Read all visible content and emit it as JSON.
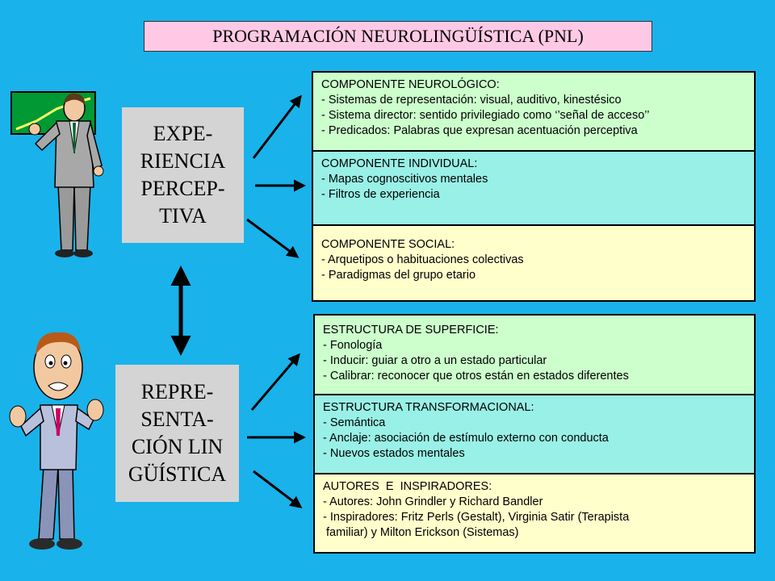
{
  "title": "PROGRAMACIÓN  NEUROLINGÜÍSTICA (PNL)",
  "experiencia": {
    "lines": [
      "EXPE-",
      "RIENCIA",
      "PERCEP-",
      "TIVA"
    ]
  },
  "representacion": {
    "lines": [
      "REPRE-",
      "SENTA-",
      "CIÓN LIN",
      "GÜÍSTICA"
    ]
  },
  "boxes": [
    {
      "heading": "COMPONENTE NEUROLÓGICO:",
      "items": [
        "- Sistemas de representación: visual, auditivo, kinestésico",
        "- Sistema director: sentido privilegiado como ‘’señal de acceso’’",
        "- Predicados: Palabras que expresan acentuación perceptiva"
      ]
    },
    {
      "heading": "COMPONENTE INDIVIDUAL:",
      "items": [
        "- Mapas cognoscitivos mentales",
        "- Filtros de experiencia"
      ]
    },
    {
      "heading": "COMPONENTE SOCIAL:",
      "items": [
        "- Arquetipos o habituaciones colectivas",
        "- Paradigmas del grupo etario"
      ]
    },
    {
      "heading": "ESTRUCTURA DE SUPERFICIE:",
      "items": [
        "- Fonología",
        "- Inducir: guiar a otro a un estado particular",
        "- Calibrar: reconocer que otros están en estados diferentes"
      ]
    },
    {
      "heading": "ESTRUCTURA TRANSFORMACIONAL:",
      "items": [
        "- Semántica",
        "- Anclaje: asociación de estímulo externo con conducta",
        "- Nuevos estados mentales"
      ]
    },
    {
      "heading": "AUTORES  E  INSPIRADORES:",
      "items": [
        "- Autores: John Grindler y Richard Bandler",
        "- Inspiradores: Fritz Perls (Gestalt), Virginia Satir (Terapista",
        " familiar) y Milton Erickson (Sistemas)"
      ]
    }
  ],
  "colors": {
    "background": "#1ab2ea",
    "title_bg": "#ffc9e6",
    "concept_bg": "#d4d4d4",
    "green": "#ccffcc",
    "cyan": "#99f0e6",
    "yellow": "#ffffcc"
  },
  "icons": [
    "presenter-man-icon",
    "cartoon-man-icon"
  ]
}
